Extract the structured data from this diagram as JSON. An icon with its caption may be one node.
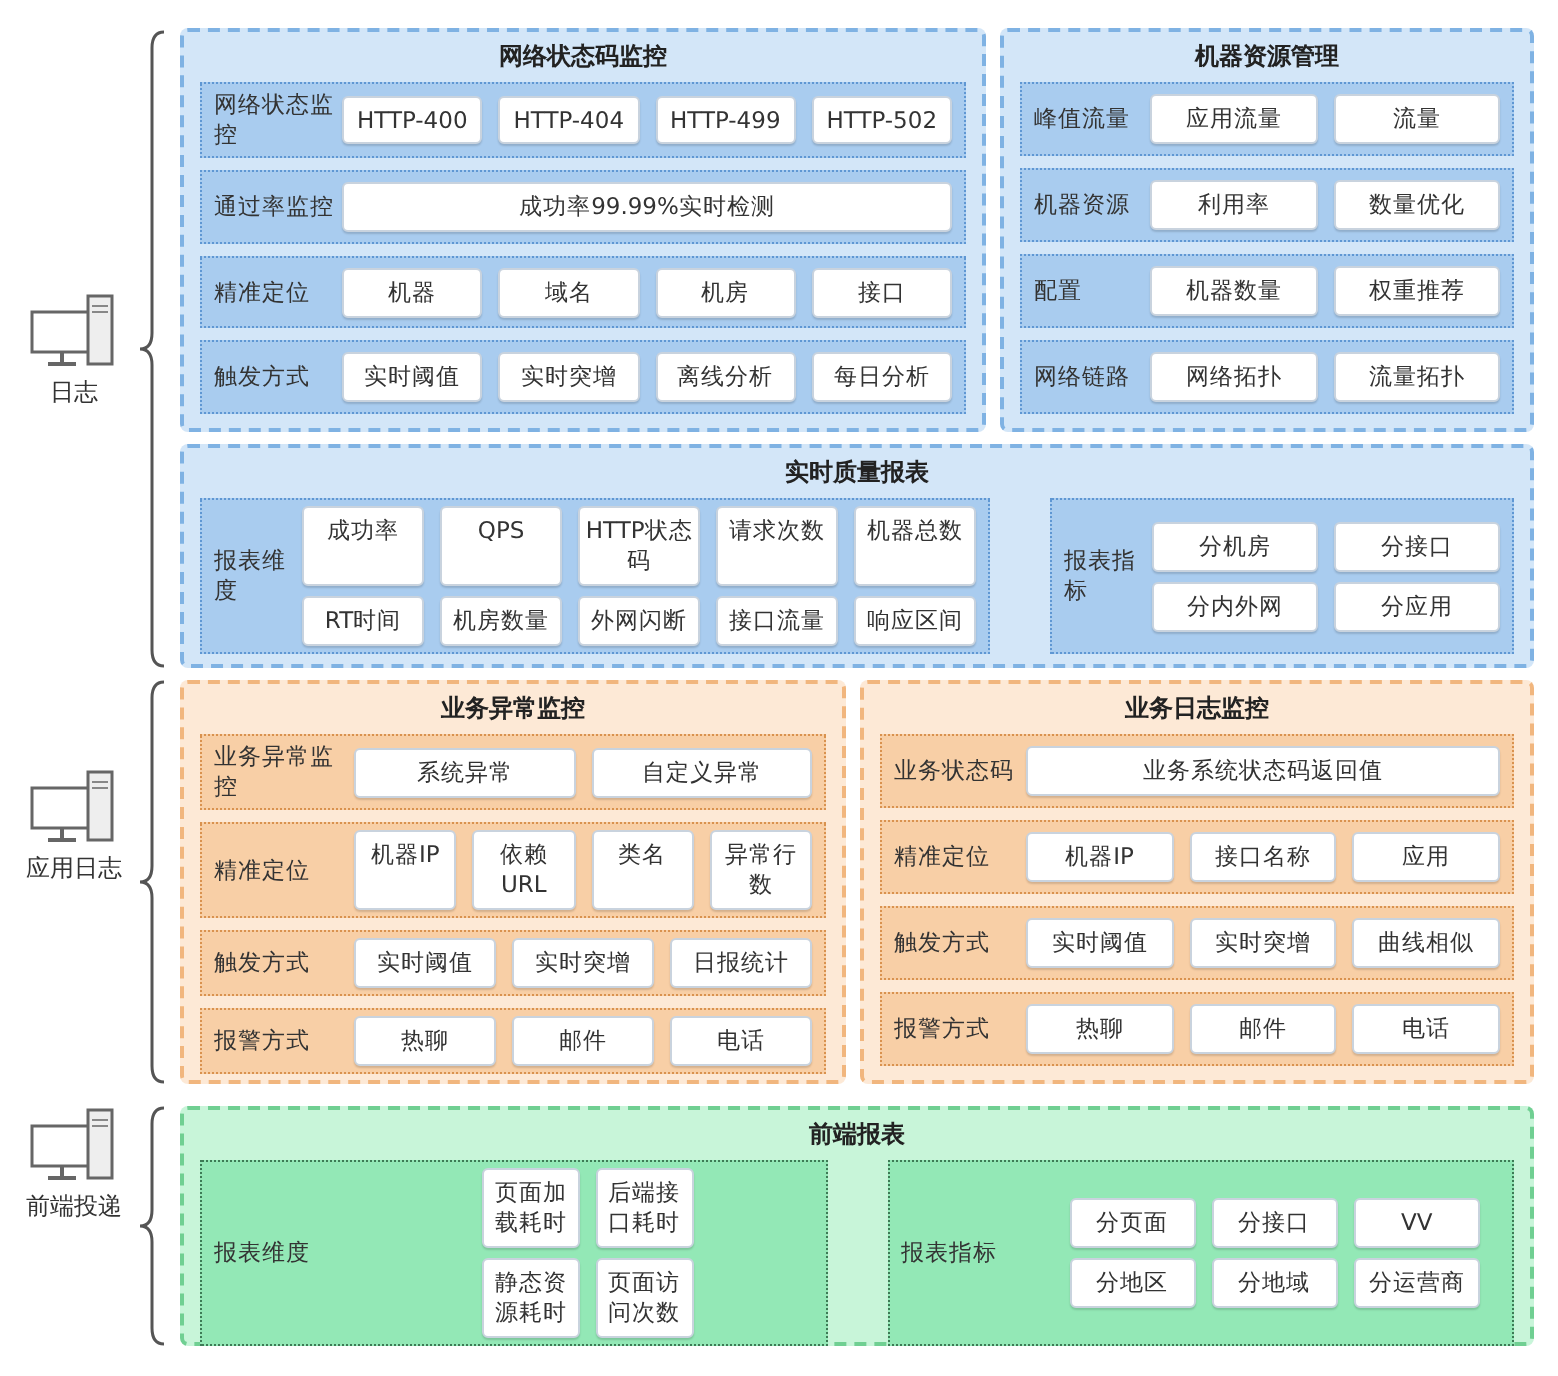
{
  "diagram": {
    "nodes": [
      {
        "text": [
          "网络状态码监控"
        ]
      },
      {
        "text": [
          "网络状态监控"
        ],
        "in": 0
      },
      {
        "text": [
          "HTTP-400"
        ],
        "in": 1
      },
      {
        "text": [
          "HTTP-404"
        ],
        "in": 1
      },
      {
        "text": [
          "HTTP-499"
        ],
        "in": 1
      },
      {
        "text": [
          "HTTP-502"
        ],
        "in": 1
      },
      {
        "text": [
          "通过率监控"
        ],
        "in": 0
      },
      {
        "text": [
          "成功率99.99%实时检测"
        ],
        "in": 6
      },
      {
        "text": [
          "精准定位"
        ],
        "in": 0
      },
      {
        "text": [
          "机器"
        ],
        "in": 8
      },
      {
        "text": [
          "域名"
        ],
        "in": 8
      },
      {
        "text": [
          "机房"
        ],
        "in": 8
      },
      {
        "text": [
          "接口"
        ],
        "in": 8
      },
      {
        "text": [
          "触发方式"
        ],
        "in": 0
      },
      {
        "text": [
          "实时阈值"
        ],
        "in": 13
      },
      {
        "text": [
          "实时突增"
        ],
        "in": 13
      },
      {
        "text": [
          "离线分析"
        ],
        "in": 13
      },
      {
        "text": [
          "每日分析"
        ],
        "in": 13
      },
      {
        "text": [
          "机器资源管理"
        ]
      },
      {
        "text": [
          "峰值流量"
        ],
        "in": 18
      },
      {
        "text": [
          "应用流量"
        ],
        "in": 19
      },
      {
        "text": [
          "流量"
        ],
        "in": 19
      },
      {
        "text": [
          "机器资源"
        ],
        "in": 18
      },
      {
        "text": [
          "利用率"
        ],
        "in": 22
      },
      {
        "text": [
          "数量优化"
        ],
        "in": 22
      },
      {
        "text": [
          "配置"
        ],
        "in": 18
      },
      {
        "text": [
          "机器数量"
        ],
        "in": 25
      },
      {
        "text": [
          "权重推荐"
        ],
        "in": 25
      },
      {
        "text": [
          "网络链路"
        ],
        "in": 18
      },
      {
        "text": [
          "网络拓扑"
        ],
        "in": 28
      },
      {
        "text": [
          "流量拓扑"
        ],
        "in": 28
      },
      {
        "text": [
          "实时质量报表"
        ]
      },
      {
        "text": [
          "报表维度"
        ],
        "in": 31
      },
      {
        "text": [
          "成功率"
        ],
        "in": 32
      },
      {
        "text": [
          "QPS"
        ],
        "in": 32
      },
      {
        "text": [
          "HTTP状态码"
        ],
        "in": 32
      },
      {
        "text": [
          "请求次数"
        ],
        "in": 32
      },
      {
        "text": [
          "机器总数"
        ],
        "in": 32
      },
      {
        "text": [
          "RT时间"
        ],
        "in": 32
      },
      {
        "text": [
          "机房数量"
        ],
        "in": 32
      },
      {
        "text": [
          "外网闪断"
        ],
        "in": 32
      },
      {
        "text": [
          "接口流量"
        ],
        "in": 32
      },
      {
        "text": [
          "响应区间"
        ],
        "in": 32
      },
      {
        "text": [
          "报表指标"
        ],
        "in": 31
      },
      {
        "text": [
          "分机房"
        ],
        "in": 43
      },
      {
        "text": [
          "分接口"
        ],
        "in": 43
      },
      {
        "text": [
          "分内外网"
        ],
        "in": 43
      },
      {
        "text": [
          "分应用"
        ],
        "in": 43
      },
      {
        "text": [
          "业务异常监控"
        ]
      },
      {
        "text": [
          "业务异常监控"
        ],
        "in": 48
      },
      {
        "text": [
          "系统异常"
        ],
        "in": 49
      },
      {
        "text": [
          "自定义异常"
        ],
        "in": 49
      },
      {
        "text": [
          "精准定位"
        ],
        "in": 48
      },
      {
        "text": [
          "机器IP"
        ],
        "in": 52
      },
      {
        "text": [
          "依赖URL"
        ],
        "in": 52
      },
      {
        "text": [
          "类名"
        ],
        "in": 52
      },
      {
        "text": [
          "异常行数"
        ],
        "in": 52
      },
      {
        "text": [
          "触发方式"
        ],
        "in": 48
      },
      {
        "text": [
          "实时阈值"
        ],
        "in": 57
      },
      {
        "text": [
          "实时突增"
        ],
        "in": 57
      },
      {
        "text": [
          "日报统计"
        ],
        "in": 57
      },
      {
        "text": [
          "报警方式"
        ],
        "in": 48
      },
      {
        "text": [
          "热聊"
        ],
        "in": 61
      },
      {
        "text": [
          "邮件"
        ],
        "in": 61
      },
      {
        "text": [
          "电话"
        ],
        "in": 61
      },
      {
        "text": [
          "业务日志监控"
        ]
      },
      {
        "text": [
          "业务状态码"
        ],
        "in": 65
      },
      {
        "text": [
          "业务系统状态码返回值"
        ],
        "in": 66
      },
      {
        "text": [
          "精准定位"
        ],
        "in": 65
      },
      {
        "text": [
          "机器IP"
        ],
        "in": 68
      },
      {
        "text": [
          "接口名称"
        ],
        "in": 68
      },
      {
        "text": [
          "应用"
        ],
        "in": 68
      },
      {
        "text": [
          "触发方式"
        ],
        "in": 65
      },
      {
        "text": [
          "实时阈值"
        ],
        "in": 72
      },
      {
        "text": [
          "实时突增"
        ],
        "in": 72
      },
      {
        "text": [
          "曲线相似"
        ],
        "in": 72
      },
      {
        "text": [
          "报警方式"
        ],
        "in": 65
      },
      {
        "text": [
          "热聊"
        ],
        "in": 76
      },
      {
        "text": [
          "邮件"
        ],
        "in": 76
      },
      {
        "text": [
          "电话"
        ],
        "in": 76
      },
      {
        "text": [
          "前端报表"
        ]
      },
      {
        "text": [
          "报表维度"
        ],
        "in": 80
      },
      {
        "text": [
          "页面加载耗时"
        ],
        "in": 81
      },
      {
        "text": [
          "后端接口耗时"
        ],
        "in": 81
      },
      {
        "text": [
          "静态资源耗时"
        ],
        "in": 81
      },
      {
        "text": [
          "页面访问次数"
        ],
        "in": 81
      },
      {
        "text": [
          "报表指标"
        ],
        "in": 80
      },
      {
        "text": [
          "分页面"
        ],
        "in": 86
      },
      {
        "text": [
          "分接口"
        ],
        "in": 86
      },
      {
        "text": [
          "VV"
        ],
        "in": 86
      },
      {
        "text": [
          "分地区"
        ],
        "in": 86
      },
      {
        "text": [
          "分地域"
        ],
        "in": 86
      },
      {
        "text": [
          "分运营商"
        ],
        "in": 86
      }
    ],
    "labels": [
      "日志",
      "应用日志",
      "前端投递"
    ]
  }
}
